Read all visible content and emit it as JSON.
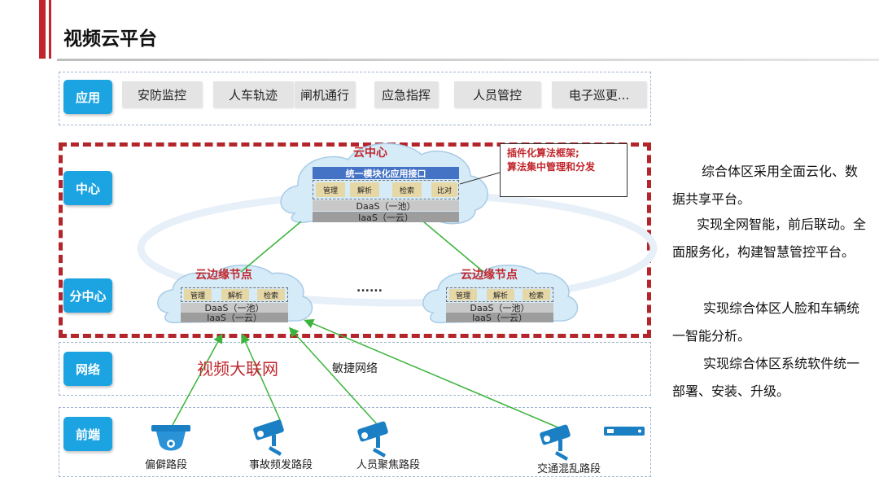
{
  "page": {
    "title": "视频云平台"
  },
  "layers": {
    "app": "应用",
    "center": "中心",
    "sub_center": "分中心",
    "network": "网络",
    "front": "前端"
  },
  "apps": [
    "安防监控",
    "人车轨迹",
    "闸机通行",
    "应急指挥",
    "人员管控",
    "电子巡更..."
  ],
  "cloud_center": {
    "title": "云中心",
    "interface": "统一模块化应用接口",
    "modules": [
      "管理",
      "解析",
      "检索",
      "比对"
    ],
    "daas": "DaaS（一池）",
    "iaas": "IaaS（一云）"
  },
  "callout": {
    "line1": "插件化算法框架;",
    "line2": "算法集中管理和分发"
  },
  "edge_left": {
    "title": "云边缘节点",
    "modules": [
      "管理",
      "解析",
      "检索"
    ],
    "daas": "DaaS（一池）",
    "iaas": "IaaS（一云）"
  },
  "edge_right": {
    "title": "云边缘节点",
    "modules": [
      "管理",
      "解析",
      "检索"
    ],
    "daas": "DaaS（一池）",
    "iaas": "IaaS（一云）"
  },
  "ellipsis": "......",
  "network": {
    "big_label": "视频大联网",
    "small_label": "敏捷网络"
  },
  "devices": [
    "偏僻路段",
    "事故频发路段",
    "人员聚焦路段",
    "交通混乱路段"
  ],
  "right_panel": [
    "综合体区采用全面云化、数据共享平台。",
    "实现全网智能，前后联动。全面服务化，构建智慧管控平台。",
    "实现综合体区人脸和车辆统一智能分析。",
    "实现综合体区系统软件统一部署、安装、升级。"
  ],
  "colors": {
    "brand_red": "#c0262c",
    "label_blue": "#1ba3e2",
    "arrow_green": "#3cb43c",
    "cloud_fill": "#d6ebf8"
  }
}
